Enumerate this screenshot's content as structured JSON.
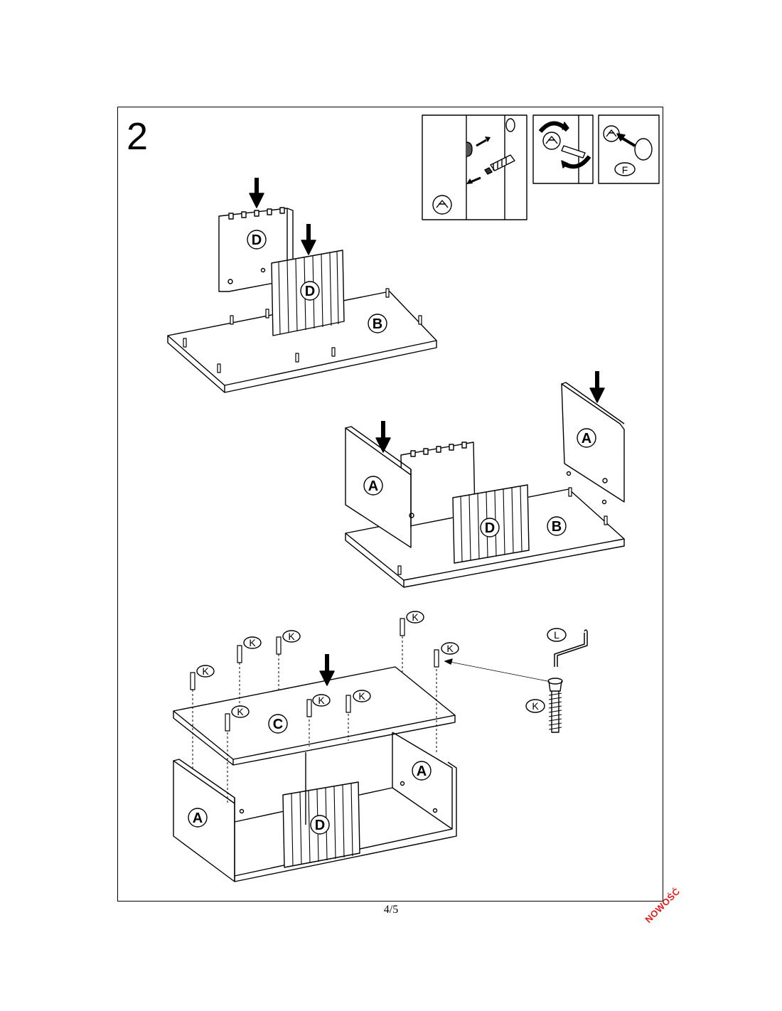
{
  "step": {
    "number": "2"
  },
  "parts": {
    "D": "D",
    "B": "B",
    "A": "A",
    "C": "C",
    "K": "K",
    "L": "L",
    "F": "F"
  },
  "footer": {
    "page": "4/5"
  },
  "stamp": {
    "text": "NOWOŚĆ"
  },
  "colors": {
    "line": "#000000",
    "paper": "#ffffff",
    "stamp": "#e11d1d"
  }
}
